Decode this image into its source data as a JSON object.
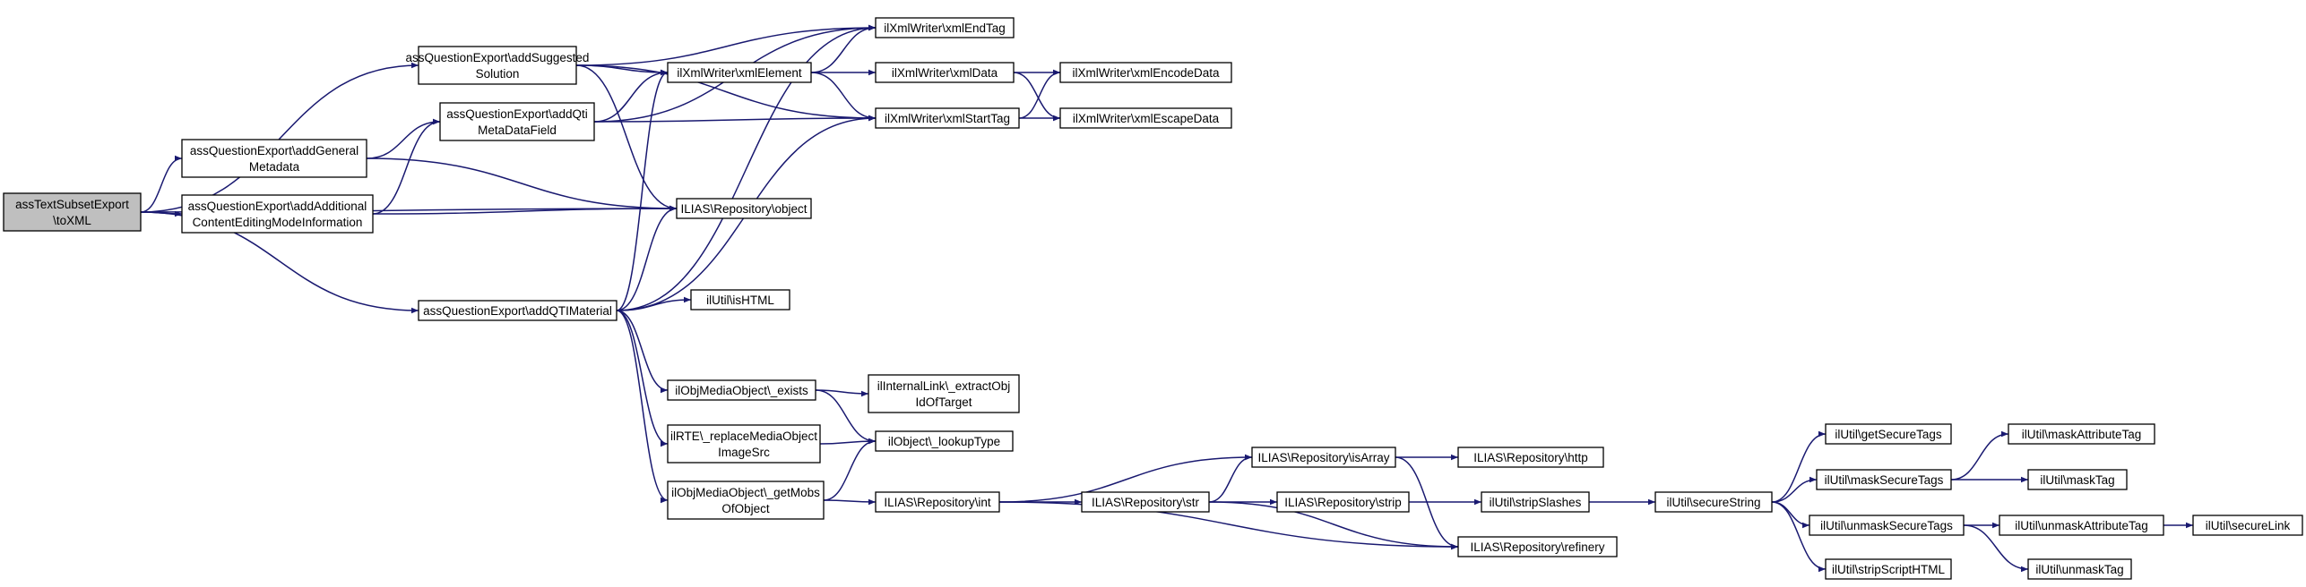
{
  "diagram": {
    "colors": {
      "edge": "#191970",
      "root_fill": "#bfbfbf",
      "node_fill": "#ffffff",
      "border": "#000000"
    },
    "nodes": [
      {
        "id": "root",
        "lines": [
          "assTextSubsetExport",
          "\\toXML"
        ],
        "root": true
      },
      {
        "id": "addSuggestedSolution",
        "lines": [
          "assQuestionExport\\addSuggested",
          "Solution"
        ]
      },
      {
        "id": "addGeneralMetadata",
        "lines": [
          "assQuestionExport\\addGeneral",
          "Metadata"
        ]
      },
      {
        "id": "addAdditional",
        "lines": [
          "assQuestionExport\\addAdditional",
          "ContentEditingModeInformation"
        ]
      },
      {
        "id": "addQTIMaterial",
        "lines": [
          "assQuestionExport\\addQTIMaterial"
        ]
      },
      {
        "id": "addQtiMetaDataField",
        "lines": [
          "assQuestionExport\\addQti",
          "MetaDataField"
        ]
      },
      {
        "id": "xmlEndTag",
        "lines": [
          "ilXmlWriter\\xmlEndTag"
        ]
      },
      {
        "id": "xmlElement",
        "lines": [
          "ilXmlWriter\\xmlElement"
        ]
      },
      {
        "id": "xmlData",
        "lines": [
          "ilXmlWriter\\xmlData"
        ]
      },
      {
        "id": "xmlStartTag",
        "lines": [
          "ilXmlWriter\\xmlStartTag"
        ]
      },
      {
        "id": "xmlEncodeData",
        "lines": [
          "ilXmlWriter\\xmlEncodeData"
        ]
      },
      {
        "id": "xmlEscapeData",
        "lines": [
          "ilXmlWriter\\xmlEscapeData"
        ]
      },
      {
        "id": "repoObject",
        "lines": [
          "ILIAS\\Repository\\object"
        ]
      },
      {
        "id": "isHTML",
        "lines": [
          "ilUtil\\isHTML"
        ]
      },
      {
        "id": "objExists",
        "lines": [
          "ilObjMediaObject\\_exists"
        ]
      },
      {
        "id": "extractObj",
        "lines": [
          "ilInternalLink\\_extractObj",
          "IdOfTarget"
        ]
      },
      {
        "id": "rteReplace",
        "lines": [
          "ilRTE\\_replaceMediaObject",
          "ImageSrc"
        ]
      },
      {
        "id": "lookupType",
        "lines": [
          "ilObject\\_lookupType"
        ]
      },
      {
        "id": "getMobs",
        "lines": [
          "ilObjMediaObject\\_getMobs",
          "OfObject"
        ]
      },
      {
        "id": "repoInt",
        "lines": [
          "ILIAS\\Repository\\int"
        ]
      },
      {
        "id": "repoStr",
        "lines": [
          "ILIAS\\Repository\\str"
        ]
      },
      {
        "id": "repoIsArray",
        "lines": [
          "ILIAS\\Repository\\isArray"
        ]
      },
      {
        "id": "repoHttp",
        "lines": [
          "ILIAS\\Repository\\http"
        ]
      },
      {
        "id": "repoStrip",
        "lines": [
          "ILIAS\\Repository\\strip"
        ]
      },
      {
        "id": "stripSlashes",
        "lines": [
          "ilUtil\\stripSlashes"
        ]
      },
      {
        "id": "repoRefinery",
        "lines": [
          "ILIAS\\Repository\\refinery"
        ]
      },
      {
        "id": "secureString",
        "lines": [
          "ilUtil\\secureString"
        ]
      },
      {
        "id": "getSecureTags",
        "lines": [
          "ilUtil\\getSecureTags"
        ]
      },
      {
        "id": "maskSecureTags",
        "lines": [
          "ilUtil\\maskSecureTags"
        ]
      },
      {
        "id": "unmaskSecureTags",
        "lines": [
          "ilUtil\\unmaskSecureTags"
        ]
      },
      {
        "id": "stripScriptHTML",
        "lines": [
          "ilUtil\\stripScriptHTML"
        ]
      },
      {
        "id": "maskAttributeTag",
        "lines": [
          "ilUtil\\maskAttributeTag"
        ]
      },
      {
        "id": "maskTag",
        "lines": [
          "ilUtil\\maskTag"
        ]
      },
      {
        "id": "unmaskAttributeTag",
        "lines": [
          "ilUtil\\unmaskAttributeTag"
        ]
      },
      {
        "id": "unmaskTag",
        "lines": [
          "ilUtil\\unmaskTag"
        ]
      },
      {
        "id": "secureLink",
        "lines": [
          "ilUtil\\secureLink"
        ]
      }
    ],
    "edges": [
      [
        "root",
        "addSuggestedSolution"
      ],
      [
        "root",
        "addGeneralMetadata"
      ],
      [
        "root",
        "addAdditional"
      ],
      [
        "root",
        "repoObject"
      ],
      [
        "root",
        "addQTIMaterial"
      ],
      [
        "addSuggestedSolution",
        "xmlEndTag"
      ],
      [
        "addSuggestedSolution",
        "xmlElement"
      ],
      [
        "addSuggestedSolution",
        "xmlStartTag"
      ],
      [
        "addSuggestedSolution",
        "repoObject"
      ],
      [
        "addGeneralMetadata",
        "addQtiMetaDataField"
      ],
      [
        "addGeneralMetadata",
        "repoObject"
      ],
      [
        "addAdditional",
        "addQtiMetaDataField"
      ],
      [
        "addAdditional",
        "repoObject"
      ],
      [
        "addQtiMetaDataField",
        "xmlEndTag"
      ],
      [
        "addQtiMetaDataField",
        "xmlElement"
      ],
      [
        "addQtiMetaDataField",
        "xmlStartTag"
      ],
      [
        "addQTIMaterial",
        "xmlElement"
      ],
      [
        "addQTIMaterial",
        "xmlEndTag"
      ],
      [
        "addQTIMaterial",
        "xmlStartTag"
      ],
      [
        "addQTIMaterial",
        "repoObject"
      ],
      [
        "addQTIMaterial",
        "isHTML"
      ],
      [
        "addQTIMaterial",
        "objExists"
      ],
      [
        "addQTIMaterial",
        "rteReplace"
      ],
      [
        "addQTIMaterial",
        "getMobs"
      ],
      [
        "xmlElement",
        "xmlEndTag"
      ],
      [
        "xmlElement",
        "xmlData"
      ],
      [
        "xmlElement",
        "xmlStartTag"
      ],
      [
        "xmlData",
        "xmlEncodeData"
      ],
      [
        "xmlData",
        "xmlEscapeData"
      ],
      [
        "xmlStartTag",
        "xmlEncodeData"
      ],
      [
        "xmlStartTag",
        "xmlEscapeData"
      ],
      [
        "objExists",
        "extractObj"
      ],
      [
        "objExists",
        "lookupType"
      ],
      [
        "rteReplace",
        "lookupType"
      ],
      [
        "getMobs",
        "lookupType"
      ],
      [
        "getMobs",
        "repoInt"
      ],
      [
        "repoInt",
        "repoIsArray"
      ],
      [
        "repoInt",
        "repoStr"
      ],
      [
        "repoInt",
        "repoRefinery"
      ],
      [
        "repoStr",
        "repoIsArray"
      ],
      [
        "repoStr",
        "repoStrip"
      ],
      [
        "repoStr",
        "repoRefinery"
      ],
      [
        "repoIsArray",
        "repoHttp"
      ],
      [
        "repoIsArray",
        "repoRefinery"
      ],
      [
        "repoStrip",
        "stripSlashes"
      ],
      [
        "stripSlashes",
        "secureString"
      ],
      [
        "secureString",
        "getSecureTags"
      ],
      [
        "secureString",
        "maskSecureTags"
      ],
      [
        "secureString",
        "unmaskSecureTags"
      ],
      [
        "secureString",
        "stripScriptHTML"
      ],
      [
        "maskSecureTags",
        "maskAttributeTag"
      ],
      [
        "maskSecureTags",
        "maskTag"
      ],
      [
        "unmaskSecureTags",
        "unmaskAttributeTag"
      ],
      [
        "unmaskSecureTags",
        "unmaskTag"
      ],
      [
        "unmaskAttributeTag",
        "secureLink"
      ]
    ]
  }
}
